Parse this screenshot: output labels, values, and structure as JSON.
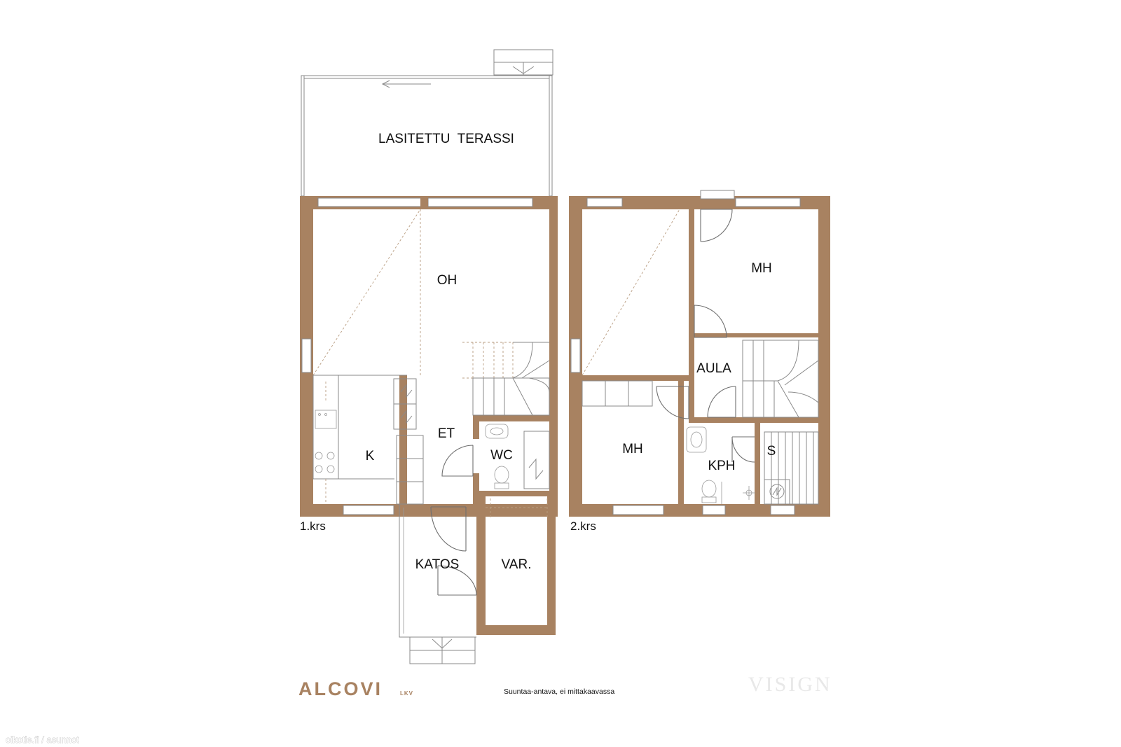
{
  "floor_plan": {
    "terrace_label": "LASITETTU  TERASSI",
    "floor1": {
      "label": "1.krs",
      "rooms": {
        "living": "OH",
        "kitchen": "K",
        "entry": "ET",
        "toilet": "WC",
        "carport": "KATOS",
        "storage": "VAR."
      }
    },
    "floor2": {
      "label": "2.krs",
      "rooms": {
        "bedroom_top": "MH",
        "hall": "AULA",
        "bedroom_bottom": "MH",
        "bathroom": "KPH",
        "sauna": "S"
      }
    }
  },
  "footer": {
    "logo_main": "ALCOVI",
    "logo_suffix": "LKV",
    "disclaimer": "Suuntaa-antava, ei mittakaavassa",
    "watermark": "VISIGN",
    "source": "oikotie.fi / asunnot"
  },
  "colors": {
    "wall": "#a88261",
    "logo": "#a88261",
    "line": "#8a8a8a"
  }
}
